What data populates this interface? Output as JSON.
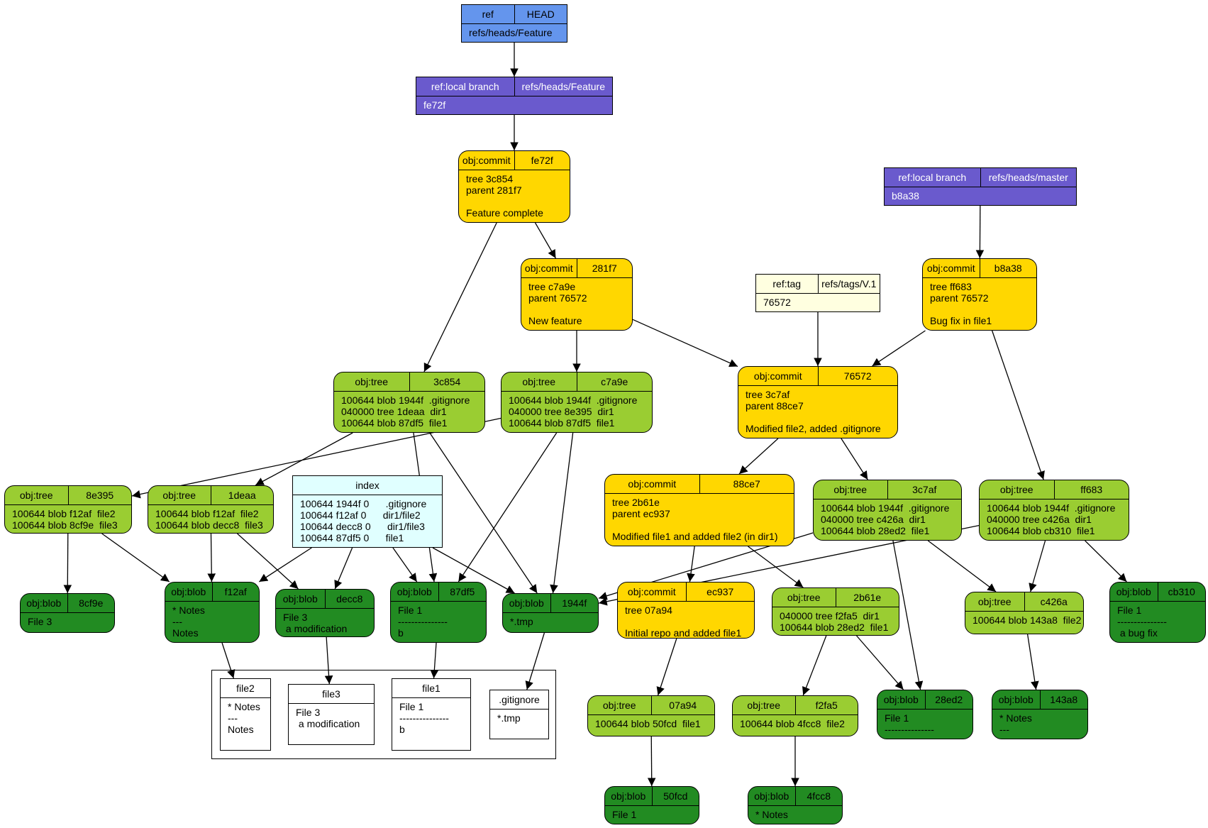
{
  "nodes": {
    "head": {
      "type": "ref",
      "kind": "ref",
      "name": "HEAD",
      "body": "refs/heads/Feature"
    },
    "feature_branch": {
      "type": "branch",
      "kind": "ref:local branch",
      "name": "refs/heads/Feature",
      "body": "fe72f"
    },
    "master_branch": {
      "type": "branch",
      "kind": "ref:local branch",
      "name": "refs/heads/master",
      "body": "b8a38"
    },
    "tag_v1": {
      "type": "tag",
      "kind": "ref:tag",
      "name": "refs/tags/V.1",
      "body": "76572"
    },
    "commit_fe72f": {
      "type": "commit",
      "kind": "obj:commit",
      "name": "fe72f",
      "body": "tree 3c854\nparent 281f7\n\nFeature complete"
    },
    "commit_281f7": {
      "type": "commit",
      "kind": "obj:commit",
      "name": "281f7",
      "body": "tree c7a9e\nparent 76572\n\nNew feature"
    },
    "commit_b8a38": {
      "type": "commit",
      "kind": "obj:commit",
      "name": "b8a38",
      "body": "tree ff683\nparent 76572\n\nBug fix in file1"
    },
    "commit_76572": {
      "type": "commit",
      "kind": "obj:commit",
      "name": "76572",
      "body": "tree 3c7af\nparent 88ce7\n\nModified file2, added .gitignore"
    },
    "commit_88ce7": {
      "type": "commit",
      "kind": "obj:commit",
      "name": "88ce7",
      "body": "tree 2b61e\nparent ec937\n\nModified file1 and added file2 (in dir1)"
    },
    "commit_ec937": {
      "type": "commit",
      "kind": "obj:commit",
      "name": "ec937",
      "body": "tree 07a94\n\nInitial repo and added file1"
    },
    "tree_3c854": {
      "type": "tree",
      "kind": "obj:tree",
      "name": "3c854",
      "body": "100644 blob 1944f  .gitignore\n040000 tree 1deaa  dir1\n100644 blob 87df5  file1"
    },
    "tree_c7a9e": {
      "type": "tree",
      "kind": "obj:tree",
      "name": "c7a9e",
      "body": "100644 blob 1944f  .gitignore\n040000 tree 8e395  dir1\n100644 blob 87df5  file1"
    },
    "tree_8e395": {
      "type": "tree",
      "kind": "obj:tree",
      "name": "8e395",
      "body": "100644 blob f12af  file2\n100644 blob 8cf9e  file3"
    },
    "tree_1deaa": {
      "type": "tree",
      "kind": "obj:tree",
      "name": "1deaa",
      "body": "100644 blob f12af  file2\n100644 blob decc8  file3"
    },
    "tree_3c7af": {
      "type": "tree",
      "kind": "obj:tree",
      "name": "3c7af",
      "body": "100644 blob 1944f  .gitignore\n040000 tree c426a  dir1\n100644 blob 28ed2  file1"
    },
    "tree_ff683": {
      "type": "tree",
      "kind": "obj:tree",
      "name": "ff683",
      "body": "100644 blob 1944f  .gitignore\n040000 tree c426a  dir1\n100644 blob cb310  file1"
    },
    "tree_2b61e": {
      "type": "tree",
      "kind": "obj:tree",
      "name": "2b61e",
      "body": "040000 tree f2fa5  dir1\n100644 blob 28ed2  file1"
    },
    "tree_c426a": {
      "type": "tree",
      "kind": "obj:tree",
      "name": "c426a",
      "body": "100644 blob 143a8  file2"
    },
    "tree_07a94": {
      "type": "tree",
      "kind": "obj:tree",
      "name": "07a94",
      "body": "100644 blob 50fcd  file1"
    },
    "tree_f2fa5": {
      "type": "tree",
      "kind": "obj:tree",
      "name": "f2fa5",
      "body": "100644 blob 4fcc8  file2"
    },
    "blob_8cf9e": {
      "type": "blob",
      "kind": "obj:blob",
      "name": "8cf9e",
      "body": "File 3"
    },
    "blob_f12af": {
      "type": "blob",
      "kind": "obj:blob",
      "name": "f12af",
      "body": "* Notes\n---\nNotes"
    },
    "blob_decc8": {
      "type": "blob",
      "kind": "obj:blob",
      "name": "decc8",
      "body": "File 3\n a modification"
    },
    "blob_87df5": {
      "type": "blob",
      "kind": "obj:blob",
      "name": "87df5",
      "body": "File 1\n---------------\nb"
    },
    "blob_1944f": {
      "type": "blob",
      "kind": "obj:blob",
      "name": "1944f",
      "body": "*.tmp"
    },
    "blob_cb310": {
      "type": "blob",
      "kind": "obj:blob",
      "name": "cb310",
      "body": "File 1\n---------------\n a bug fix"
    },
    "blob_28ed2": {
      "type": "blob",
      "kind": "obj:blob",
      "name": "28ed2",
      "body": "File 1\n---------------"
    },
    "blob_143a8": {
      "type": "blob",
      "kind": "obj:blob",
      "name": "143a8",
      "body": "* Notes\n---"
    },
    "blob_50fcd": {
      "type": "blob",
      "kind": "obj:blob",
      "name": "50fcd",
      "body": "File 1"
    },
    "blob_4fcc8": {
      "type": "blob",
      "kind": "obj:blob",
      "name": "4fcc8",
      "body": "* Notes"
    },
    "index": {
      "type": "index",
      "title": "index",
      "body": "100644 1944f 0      .gitignore\n100644 f12af 0      dir1/file2\n100644 decc8 0      dir1/file3\n100644 87df5 0      file1"
    },
    "wd_file2": {
      "type": "file",
      "title": "file2",
      "body": "* Notes\n---\nNotes"
    },
    "wd_file3": {
      "type": "file",
      "title": "file3",
      "body": "File 3\n a modification"
    },
    "wd_file1": {
      "type": "file",
      "title": "file1",
      "body": "File 1\n---------------\nb"
    },
    "wd_gitignore": {
      "type": "file",
      "title": ".gitignore",
      "body": "*.tmp"
    }
  },
  "colors": {
    "ref": "#6495ed",
    "branch": "#6a5acd",
    "tag": "#ffffe0",
    "commit": "#ffd700",
    "tree": "#9acd32",
    "blob": "#228b22",
    "index": "#e0ffff",
    "file": "#ffffff"
  },
  "edges": [
    [
      "head",
      "feature_branch"
    ],
    [
      "feature_branch",
      "commit_fe72f"
    ],
    [
      "commit_fe72f",
      "commit_281f7"
    ],
    [
      "commit_fe72f",
      "tree_3c854"
    ],
    [
      "commit_281f7",
      "tree_c7a9e"
    ],
    [
      "commit_281f7",
      "commit_76572"
    ],
    [
      "tag_v1",
      "commit_76572"
    ],
    [
      "master_branch",
      "commit_b8a38"
    ],
    [
      "commit_b8a38",
      "commit_76572"
    ],
    [
      "commit_b8a38",
      "tree_ff683"
    ],
    [
      "commit_76572",
      "commit_88ce7"
    ],
    [
      "commit_76572",
      "tree_3c7af"
    ],
    [
      "commit_88ce7",
      "commit_ec937"
    ],
    [
      "commit_88ce7",
      "tree_2b61e"
    ],
    [
      "commit_ec937",
      "tree_07a94"
    ],
    [
      "tree_3c854",
      "tree_1deaa"
    ],
    [
      "tree_3c854",
      "blob_87df5"
    ],
    [
      "tree_3c854",
      "blob_1944f"
    ],
    [
      "tree_c7a9e",
      "tree_8e395"
    ],
    [
      "tree_c7a9e",
      "blob_87df5"
    ],
    [
      "tree_c7a9e",
      "blob_1944f"
    ],
    [
      "tree_8e395",
      "blob_8cf9e"
    ],
    [
      "tree_8e395",
      "blob_f12af"
    ],
    [
      "tree_1deaa",
      "blob_f12af"
    ],
    [
      "tree_1deaa",
      "blob_decc8"
    ],
    [
      "index",
      "blob_f12af"
    ],
    [
      "index",
      "blob_decc8"
    ],
    [
      "index",
      "blob_87df5"
    ],
    [
      "index",
      "blob_1944f"
    ],
    [
      "tree_3c7af",
      "blob_1944f"
    ],
    [
      "tree_3c7af",
      "tree_c426a"
    ],
    [
      "tree_3c7af",
      "blob_28ed2"
    ],
    [
      "tree_ff683",
      "blob_1944f"
    ],
    [
      "tree_ff683",
      "tree_c426a"
    ],
    [
      "tree_ff683",
      "blob_cb310"
    ],
    [
      "tree_2b61e",
      "tree_f2fa5"
    ],
    [
      "tree_2b61e",
      "blob_28ed2"
    ],
    [
      "tree_c426a",
      "blob_143a8"
    ],
    [
      "tree_07a94",
      "blob_50fcd"
    ],
    [
      "tree_f2fa5",
      "blob_4fcc8"
    ],
    [
      "blob_f12af",
      "wd_file2"
    ],
    [
      "blob_decc8",
      "wd_file3"
    ],
    [
      "blob_87df5",
      "wd_file1"
    ],
    [
      "blob_1944f",
      "wd_gitignore"
    ]
  ]
}
